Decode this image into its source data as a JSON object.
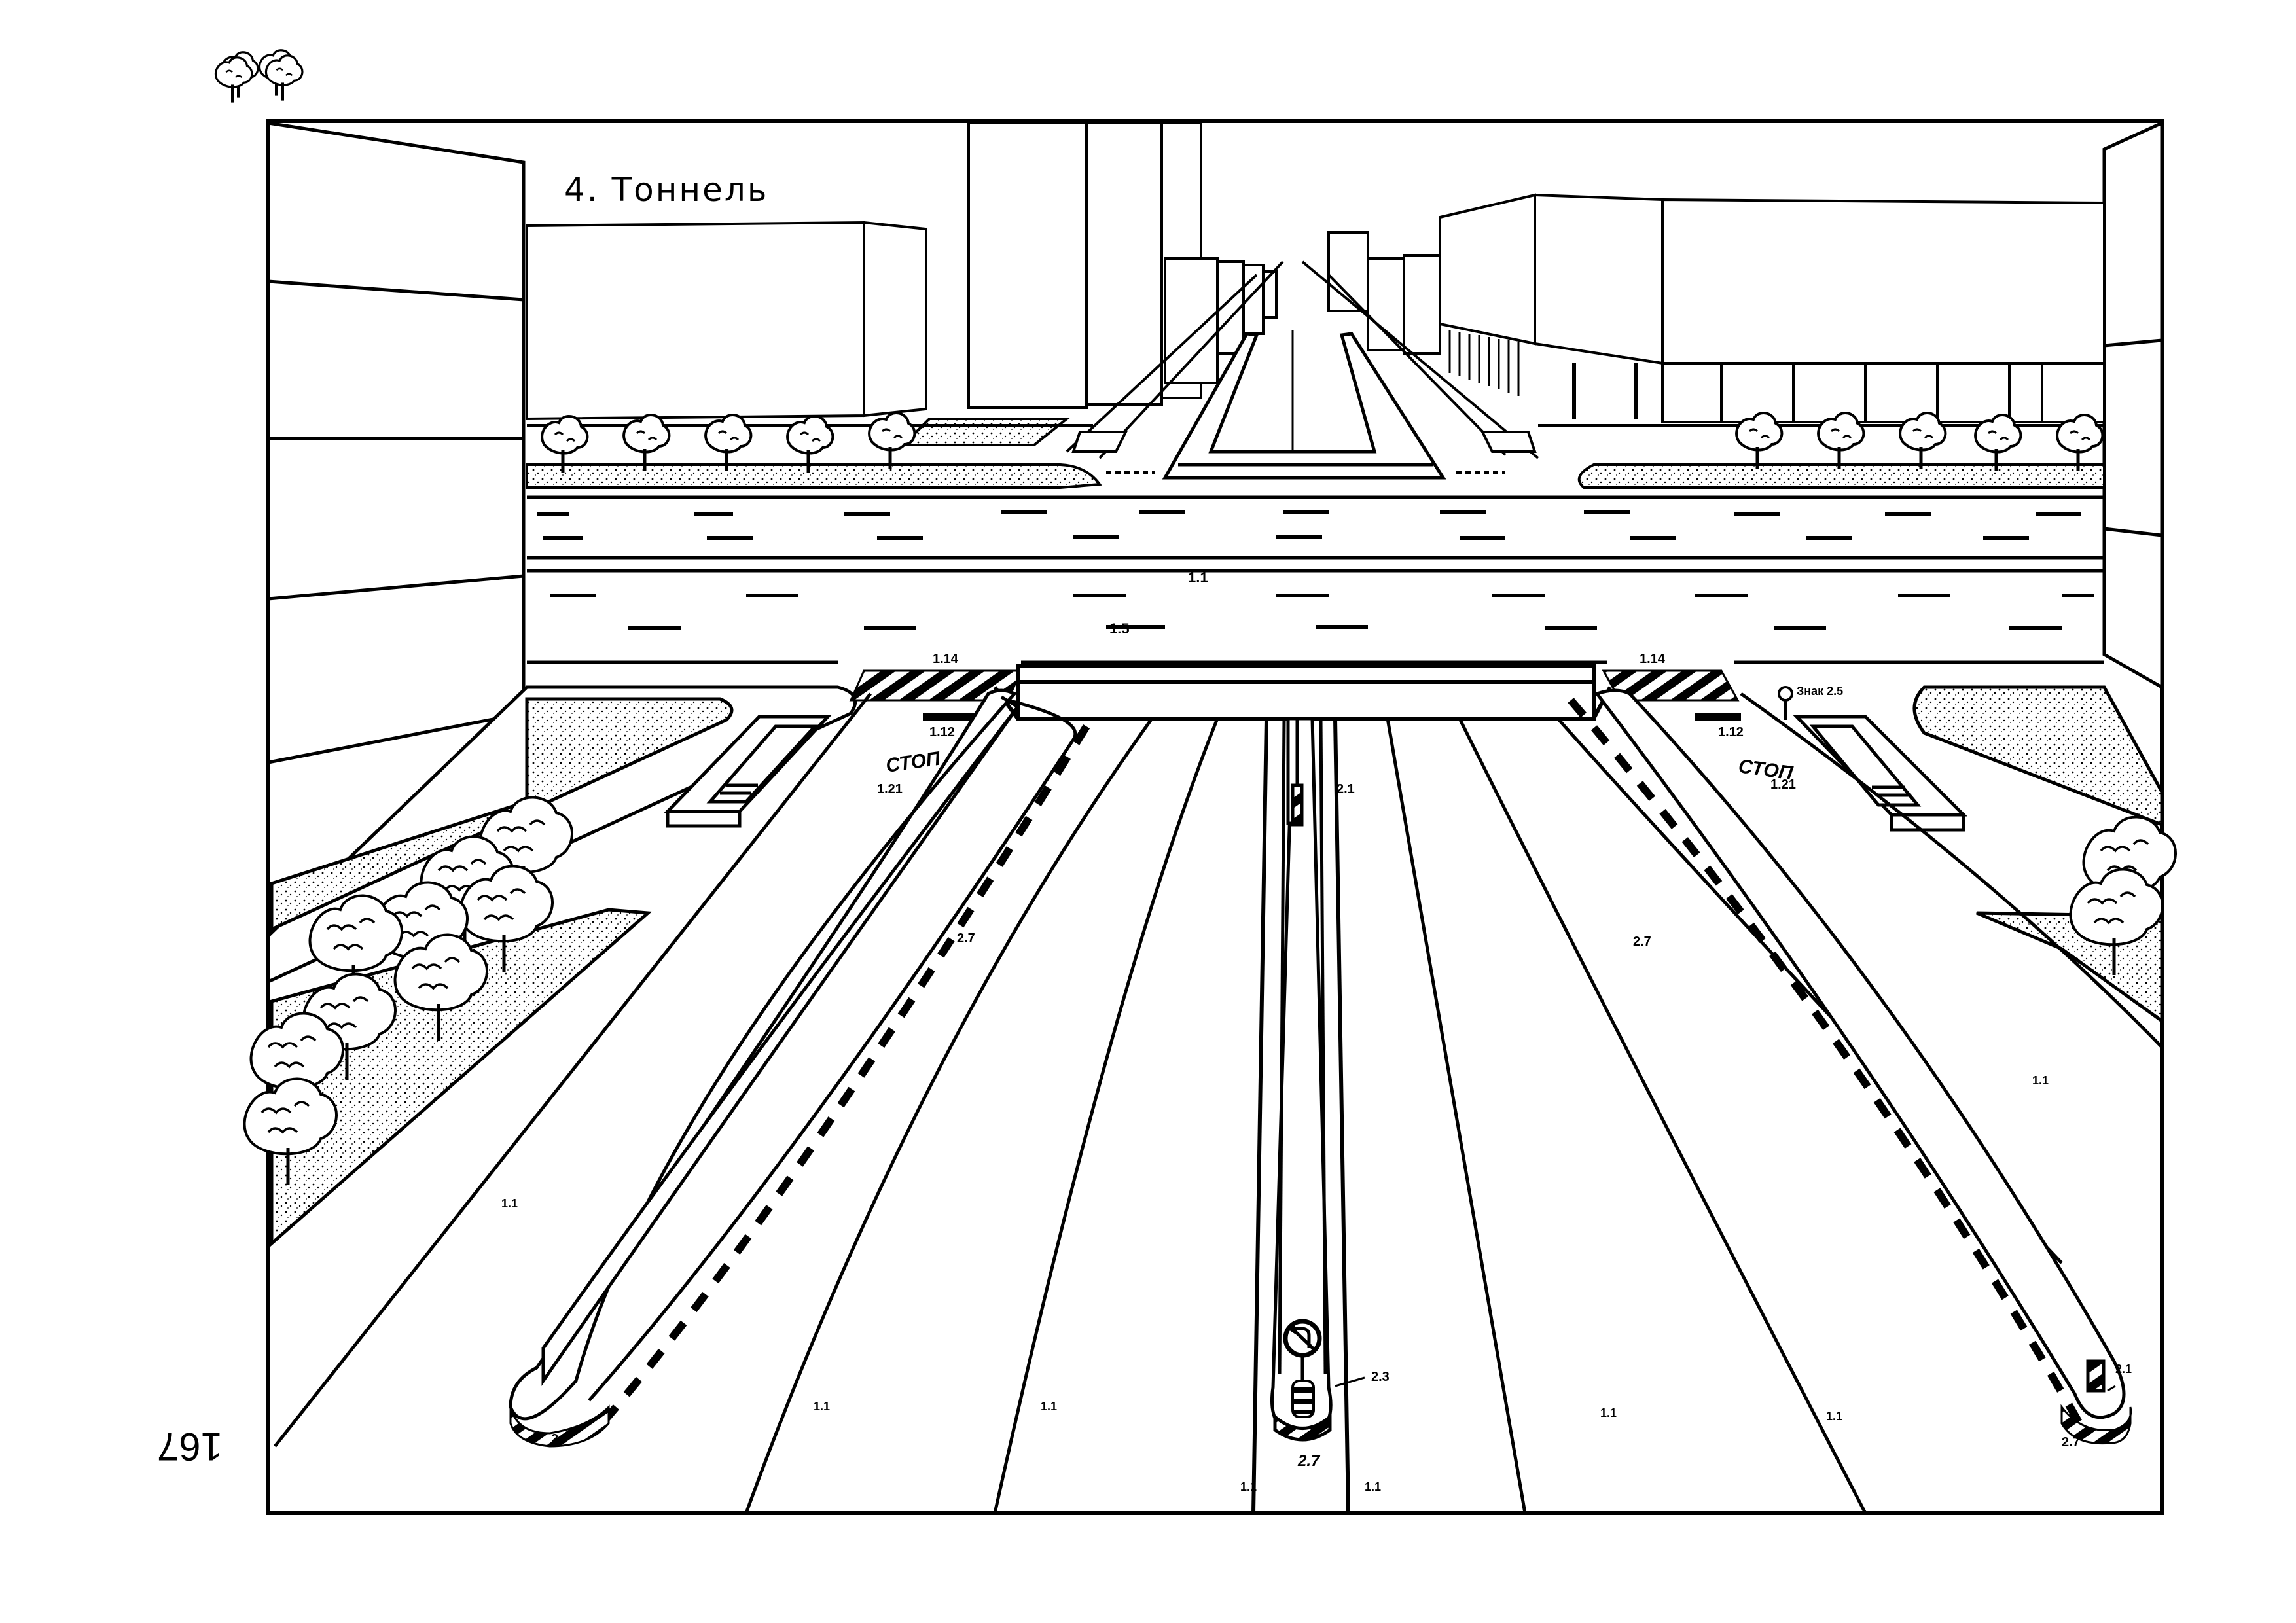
{
  "title": "4. Тоннель",
  "page_number": "167",
  "colors": {
    "ink": "#000000",
    "paper": "#ffffff"
  },
  "labels": {
    "m_1_1_center": "1.1",
    "m_1_5": "1.5",
    "m_1_14_left": "1.14",
    "m_1_14_right": "1.14",
    "m_1_12_left": "1.12",
    "m_1_12_right": "1.12",
    "m_1_21_left": "1.21",
    "m_1_21_right": "1.21",
    "stop_left": "СТОП",
    "stop_right": "СТОП",
    "m_2_1_center": "2.1",
    "m_2_1_right": "2.1",
    "sign_2_5": "Знак 2.5",
    "m_2_7_left_mid": "2.7",
    "m_2_7_right_mid": "2.7",
    "m_2_7_left_end": "2.7",
    "m_2_7_center": "2.7",
    "m_2_7_right_end": "2.7",
    "m_2_3": "2.3",
    "m_1_1_left": "1.1",
    "m_1_1_right": "1.1",
    "m_1_1_bottom_a": "1.1",
    "m_1_1_bottom_b": "1.1",
    "m_1_1_bottom_c": "1.1",
    "m_1_1_bottom_d": "1.1",
    "m_1_1_bottom_e": "1.1",
    "m_1_1_bottom_f": "1.1"
  },
  "icons": {
    "no_left_turn_sign": "no-left-turn-sign-icon",
    "bollard": "striped-bollard-icon",
    "tree": "tree-icon",
    "signpost": "sign-post-icon"
  }
}
